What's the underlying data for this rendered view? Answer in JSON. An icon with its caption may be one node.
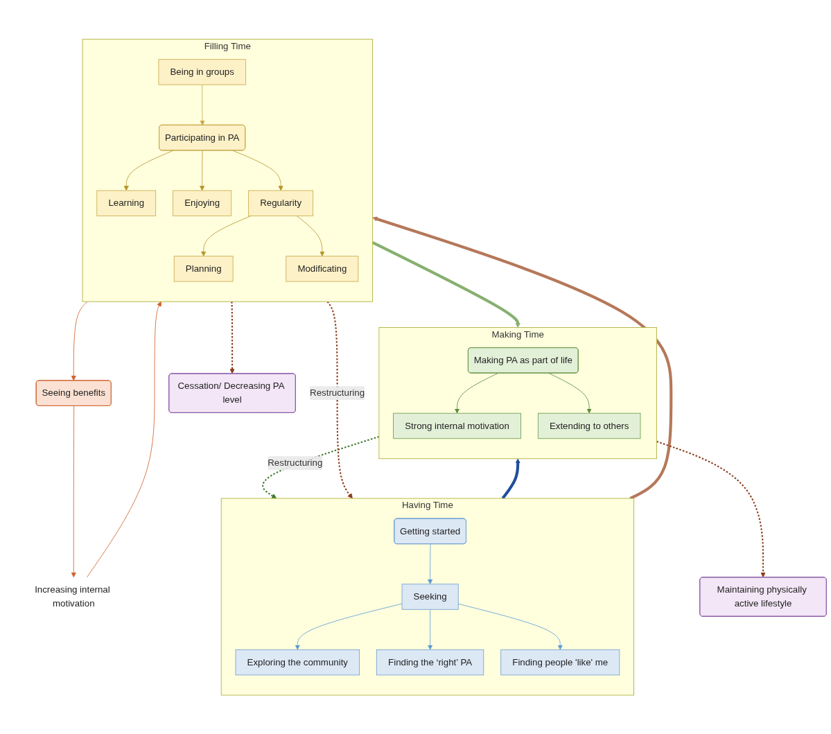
{
  "diagram": {
    "nodes": [
      {
        "text": [
          "Having Time"
        ]
      },
      {
        "text": [
          "Getting started"
        ],
        "in": 0
      },
      {
        "text": [
          "Seeking"
        ],
        "in": 0
      },
      {
        "text": [
          "Exploring the community"
        ],
        "in": 0
      },
      {
        "text": [
          "Finding the ‘right’ PA"
        ],
        "in": 0
      },
      {
        "text": [
          "Finding people 'like' me"
        ],
        "in": 0
      },
      {
        "text": [
          "Making Time"
        ]
      },
      {
        "text": [
          "Making PA as part of life"
        ],
        "in": 6
      },
      {
        "text": [
          "Strong internal motivation"
        ],
        "in": 6
      },
      {
        "text": [
          "Extending to others"
        ],
        "in": 6
      },
      {
        "text": [
          "Seeing benefits"
        ]
      },
      {
        "text": [
          "Increasing internal motivation"
        ]
      },
      {
        "text": [
          "Maintaining physically active lifestyle"
        ]
      },
      {
        "text": [
          "Filling Time"
        ]
      },
      {
        "text": [
          "Participating in PA"
        ],
        "in": 13
      },
      {
        "text": [
          "Learning"
        ],
        "in": 13
      },
      {
        "text": [
          "Enjoying"
        ],
        "in": 13
      },
      {
        "text": [
          "Regularity"
        ],
        "in": 13
      },
      {
        "text": [
          "Planning"
        ],
        "in": 13
      },
      {
        "text": [
          "Modificating"
        ],
        "in": 13
      },
      {
        "text": [
          "Being in groups"
        ],
        "in": 13
      },
      {
        "text": [
          "Cessation/ Decreasing PA level"
        ]
      }
    ],
    "edges": [
      {
        "from": 1,
        "to": 2,
        "arrow": "to",
        "color": "#5b9bd5"
      },
      {
        "from": 2,
        "to": 3,
        "arrow": "to",
        "color": "#5b9bd5"
      },
      {
        "from": 2,
        "to": 4,
        "arrow": "to",
        "color": "#5b9bd5"
      },
      {
        "from": 2,
        "to": 5,
        "arrow": "to",
        "color": "#5b9bd5"
      },
      {
        "from": 7,
        "to": 8,
        "arrow": "to",
        "color": "#5a8a3a"
      },
      {
        "from": 7,
        "to": 9,
        "arrow": "to",
        "color": "#5a8a3a"
      },
      {
        "from": 6,
        "to": 0,
        "label": "Restructuring",
        "arrow": "to",
        "style": "dashed",
        "color": "#3f7a2a"
      },
      {
        "from": 0,
        "to": 6,
        "arrow": "to",
        "style": "thick",
        "color": "#1f4e9a"
      },
      {
        "from": 0,
        "to": 13,
        "arrow": "to",
        "style": "thick",
        "color": "#b5785a"
      },
      {
        "from": 13,
        "to": 10,
        "arrow": "to",
        "color": "#d0602a"
      },
      {
        "from": 10,
        "to": 11,
        "arrow": "to",
        "color": "#d0602a"
      },
      {
        "from": 11,
        "to": 13,
        "arrow": "to",
        "color": "#d0602a"
      },
      {
        "from": 13,
        "to": 6,
        "arrow": "to",
        "style": "thick",
        "color": "#86b070"
      },
      {
        "from": 6,
        "to": 12,
        "arrow": "to",
        "style": "dashed",
        "color": "#8b3a1a"
      },
      {
        "from": 13,
        "to": 0,
        "label": "Restructuring",
        "arrow": "to",
        "style": "dashed",
        "color": "#8b3a1a"
      },
      {
        "from": 13,
        "to": 21,
        "arrow": "to",
        "style": "dashed",
        "color": "#8b3a1a"
      },
      {
        "from": 14,
        "to": 15,
        "arrow": "to",
        "color": "#b8962a"
      },
      {
        "from": 14,
        "to": 16,
        "arrow": "to",
        "color": "#b8962a"
      },
      {
        "from": 14,
        "to": 17,
        "arrow": "to",
        "color": "#b8962a"
      },
      {
        "from": 17,
        "to": 18,
        "arrow": "to",
        "color": "#b8962a"
      },
      {
        "from": 17,
        "to": 19,
        "arrow": "to",
        "color": "#b8962a"
      },
      {
        "from": 20,
        "to": 14,
        "arrow": "to",
        "color": "#c9a94a"
      }
    ]
  }
}
